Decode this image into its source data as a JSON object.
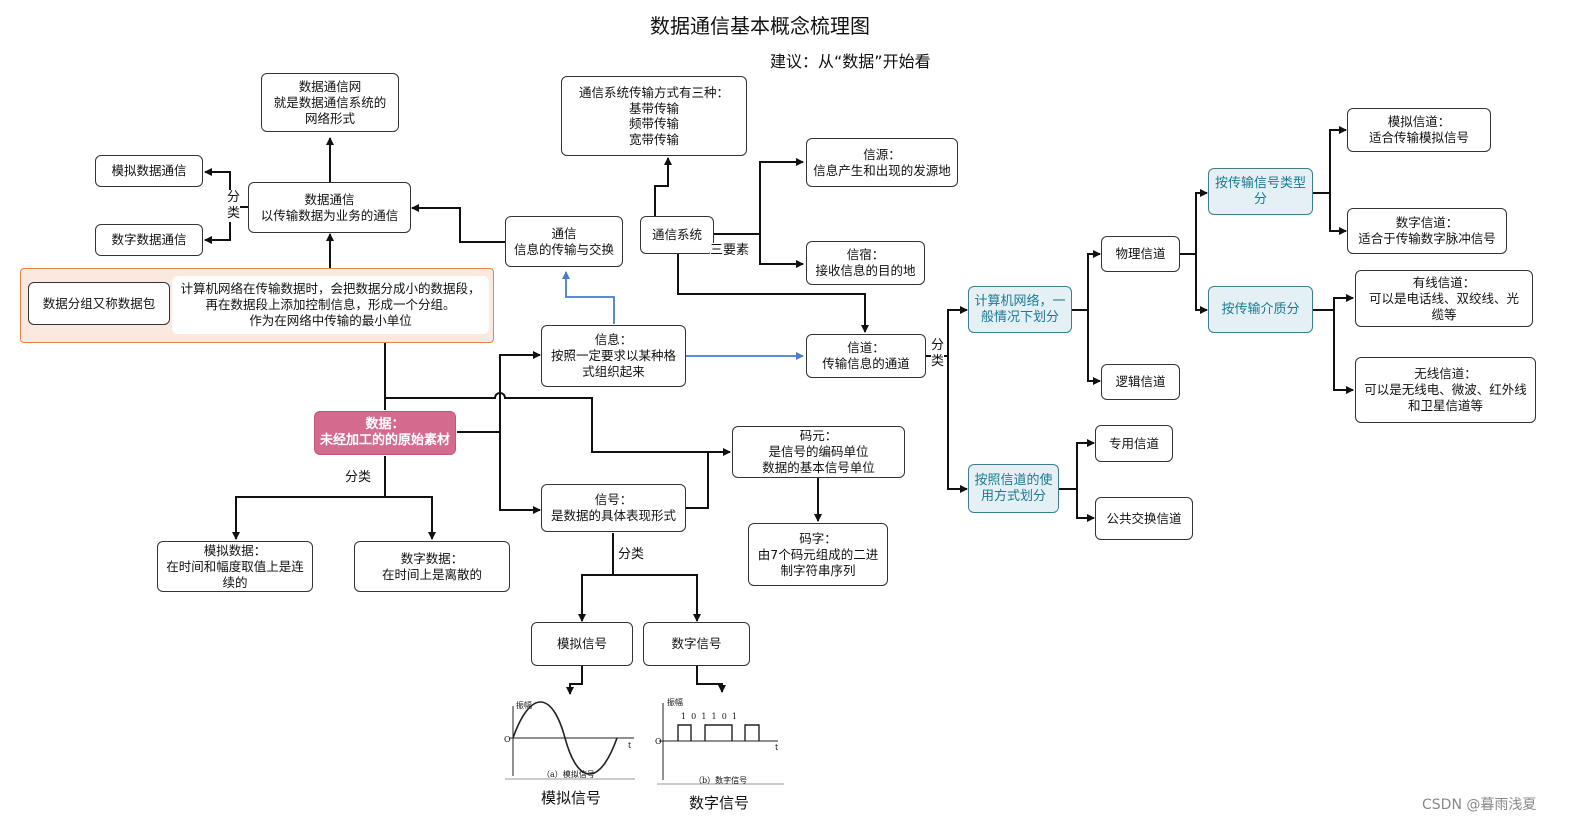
{
  "title": "数据通信基本概念梳理图",
  "subtitle": "建议：从“数据”开始看",
  "nodes": {
    "network_def": "数据通信网\n就是数据通信系统的\n网络形式",
    "analog_comm": "模拟数据通信",
    "digital_comm": "数字数据通信",
    "data_comm": "数据通信\n以传输数据为业务的通信",
    "comm": "通信\n信息的传输与交换",
    "packet": "数据分组又称数据包",
    "packet_note": "计算机网络在传输数据时，会把数据分成小的数据段，\n再在数据段上添加控制信息，形成一个分组。\n作为在网络中传输的最小单位",
    "transmission_modes": "通信系统传输方式有三种：\n基带传输\n频带传输\n宽带传输",
    "comm_system": "通信系统",
    "source": "信源：\n信息产生和出现的发源地",
    "sink": "信宿：\n接收信息的目的地",
    "information": "信息：\n按照一定要求以某种格\n式组织起来",
    "channel": "信道：\n传输信息的通道",
    "data": "数据：\n未经加工的的原始素材",
    "code_element": "码元：\n是信号的编码单位\n数据的基本信号单位",
    "codeword": "码字：\n由7个码元组成的二进\n制字符串序列",
    "signal": "信号：\n是数据的具体表现形式",
    "analog_data": "模拟数据：\n在时间和幅度取值上是连\n续的",
    "digital_data": "数字数据：\n在时间上是离散的",
    "analog_signal": "模拟信号",
    "digital_signal": "数字信号",
    "network_division": "计算机网络，一\n般情况下划分",
    "usage_division": "按照信道的使\n用方式划分",
    "physical_channel": "物理信道",
    "logical_channel": "逻辑信道",
    "dedicated_channel": "专用信道",
    "public_channel": "公共交换信道",
    "by_signal_type": "按传输信号类型\n分",
    "by_medium": "按传输介质分",
    "analog_channel": "模拟信道：\n适合传输模拟信号",
    "digital_channel": "数字信道：\n适合于传输数字脉冲信号",
    "wired_channel": "有线信道：\n可以是电话线、双绞线、光\n缆等",
    "wireless_channel": "无线信道：\n可以是无线电、微波、红外线\n和卫星信道等"
  },
  "labels": {
    "classify_short": "分\n类",
    "classify_long": "分类",
    "three_elements": "三要素",
    "amplitude": "振幅",
    "time_axis": "t",
    "origin": "O",
    "bits": "1  0  1  1  0  1",
    "cap_a": "（a）模拟信号",
    "cap_b": "（b）数字信号",
    "caption_analog": "模拟信号",
    "caption_digital": "数字信号"
  },
  "watermark": "CSDN @暮雨浅夏",
  "colors": {
    "teal": "#1b7a93",
    "pink": "#d46a8e",
    "blue_arrow": "#4a7cc7",
    "orange_frame": "#e8834a"
  }
}
